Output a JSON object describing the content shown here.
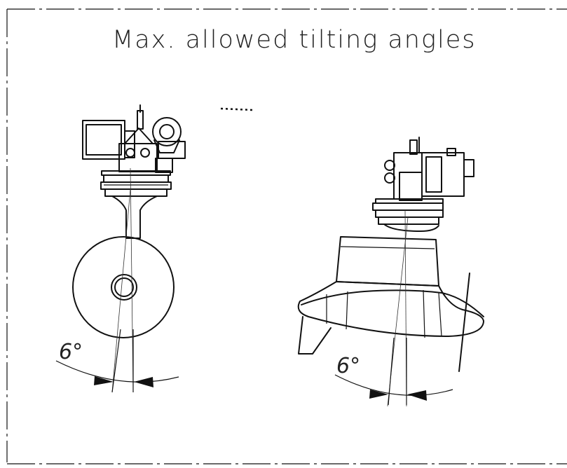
{
  "title": "Max. allowed tilting angles",
  "left_view": {
    "angle_label": "6°"
  },
  "right_view": {
    "angle_label": "6°"
  },
  "colors": {
    "line": "#111111",
    "background": "#ffffff"
  }
}
